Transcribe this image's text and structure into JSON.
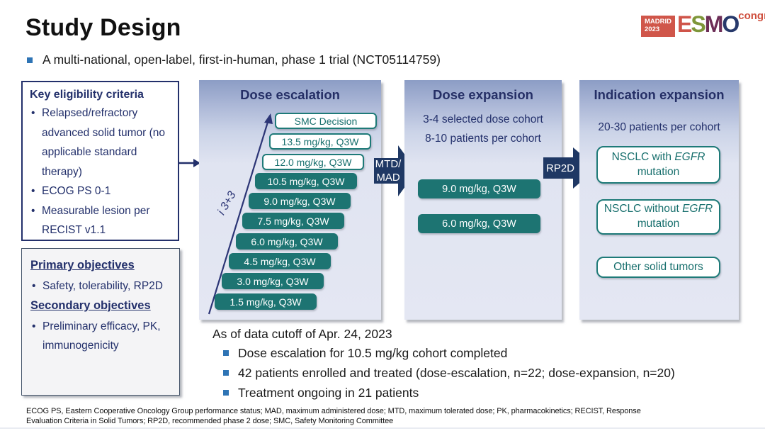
{
  "header": {
    "title": "Study Design",
    "intro": "A multi-national, open-label, first-in-human, phase 1 trial (NCT05114759)"
  },
  "logo": {
    "city": "MADRID",
    "year": "2023",
    "letters": [
      "E",
      "S",
      "M",
      "O"
    ],
    "congress": "congress"
  },
  "eligibility": {
    "title": "Key eligibility criteria",
    "items": [
      "Relapsed/refractory advanced solid tumor (no applicable standard therapy)",
      "ECOG PS 0-1",
      "Measurable lesion per RECIST v1.1"
    ]
  },
  "objectives": {
    "primary_title": "Primary objectives",
    "primary_item": "Safety, tolerability, RP2D",
    "secondary_title": "Secondary objectives",
    "secondary_item": "Preliminary efficacy, PK, immunogenicity"
  },
  "dose_escalation": {
    "title": "Dose escalation",
    "method_label": "i 3+3",
    "boxes": [
      {
        "label": "SMC Decision"
      },
      {
        "label": "13.5 mg/kg, Q3W"
      },
      {
        "label": "12.0 mg/kg, Q3W"
      },
      {
        "label": "10.5 mg/kg, Q3W"
      },
      {
        "label": "9.0 mg/kg, Q3W"
      },
      {
        "label": "7.5 mg/kg, Q3W"
      },
      {
        "label": "6.0 mg/kg, Q3W"
      },
      {
        "label": "4.5 mg/kg, Q3W"
      },
      {
        "label": "3.0 mg/kg, Q3W"
      },
      {
        "label": "1.5 mg/kg, Q3W"
      }
    ]
  },
  "mtd_arrow": {
    "lines": [
      "MTD/",
      "MAD"
    ]
  },
  "dose_expansion": {
    "title": "Dose expansion",
    "lines": [
      "3-4 selected dose cohort",
      "8-10 patients per cohort"
    ],
    "boxes": [
      "9.0 mg/kg, Q3W",
      "6.0 mg/kg, Q3W"
    ]
  },
  "rp2d_arrow": {
    "label": "RP2D"
  },
  "indication_expansion": {
    "title": "Indication expansion",
    "line": "20-30 patients per cohort",
    "boxes": [
      {
        "pre": "NSCLC with ",
        "italic": "EGFR",
        "post": " mutation"
      },
      {
        "pre": "NSCLC without ",
        "italic": "EGFR",
        "post": " mutation"
      },
      {
        "pre": "Other solid tumors",
        "italic": "",
        "post": ""
      }
    ]
  },
  "status": {
    "heading": "As of data cutoff of Apr. 24, 2023",
    "bullets": [
      "Dose escalation for 10.5 mg/kg cohort completed",
      "42 patients enrolled and treated (dose-escalation, n=22; dose-expansion, n=20)",
      "Treatment ongoing in 21 patients"
    ]
  },
  "footer": {
    "lines": [
      "ECOG PS, Eastern Cooperative Oncology Group performance status; MAD, maximum administered dose; MTD, maximum tolerated dose; PK, pharmacokinetics;  RECIST, Response",
      "Evaluation Criteria in Solid Tumors; RP2D, recommended phase 2 dose; SMC, Safety Monitoring Committee"
    ]
  },
  "colors": {
    "teal": "#1d7472",
    "teal_border": "#1e7a78",
    "navy": "#23306b",
    "arrow_navy": "#1f3864",
    "bullet_blue": "#2e74b5",
    "logo_red": "#d0564a"
  }
}
